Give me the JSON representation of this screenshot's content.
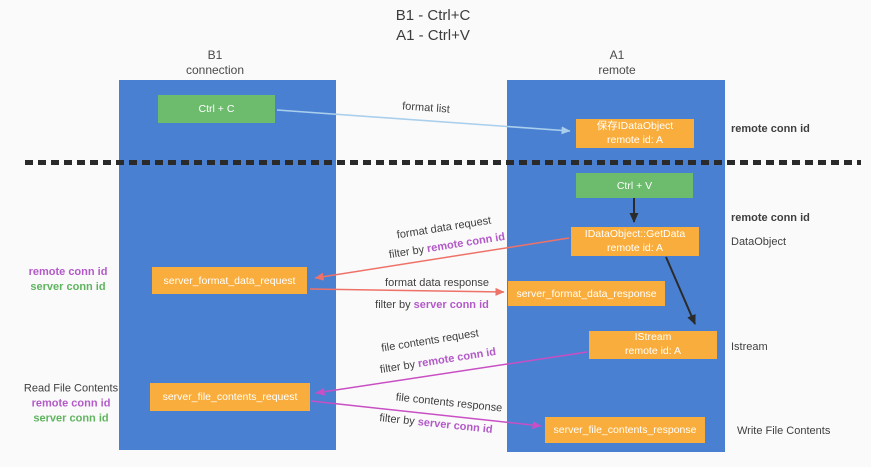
{
  "title": {
    "line1": "B1 - Ctrl+C",
    "line2": "A1 - Ctrl+V"
  },
  "lifelines": {
    "left": {
      "name": "B1",
      "role": "connection"
    },
    "right": {
      "name": "A1",
      "role": "remote"
    }
  },
  "boxes": {
    "ctrl_c": {
      "label": "Ctrl + C"
    },
    "ctrl_v": {
      "label": "Ctrl + V"
    },
    "save_idataobject": {
      "line1": "保存IDataObject",
      "line2": "remote id: A"
    },
    "idataobject_getdata": {
      "line1": "IDataObject::GetData",
      "line2": "remote id: A"
    },
    "istream": {
      "line1": "IStream",
      "line2": "remote id: A"
    },
    "server_format_data_request": {
      "label": "server_format_data_request"
    },
    "server_format_data_response": {
      "label": "server_format_data_response"
    },
    "server_file_contents_request": {
      "label": "server_file_contents_request"
    },
    "server_file_contents_response": {
      "label": "server_file_contents_response"
    }
  },
  "arrow_labels": {
    "format_list": "format list",
    "format_data_request": "format data request",
    "format_data_request_filter": {
      "prefix": "filter by ",
      "value": "remote conn id"
    },
    "format_data_response": "format data response",
    "format_data_response_filter": {
      "prefix": "filter by ",
      "value": "server conn id"
    },
    "file_contents_request": "file contents request",
    "file_contents_request_filter": {
      "prefix": "filter by ",
      "value": "remote conn id"
    },
    "file_contents_response": "file contents response",
    "file_contents_response_filter": {
      "prefix": "filter by ",
      "value": "server conn id"
    }
  },
  "side_labels": {
    "left_format_remote": "remote conn id",
    "left_format_server": "server conn id",
    "read_file_contents": "Read File Contents",
    "left_file_remote": "remote conn id",
    "left_file_server": "server conn id",
    "right_saved_conn": "remote conn id",
    "right_getdata_conn": "remote conn id",
    "right_dataobject": "DataObject",
    "right_istream": "Istream",
    "write_file_contents": "Write File Contents"
  },
  "colors": {
    "lifeline_blue": "#4a80d2",
    "box_green": "#6dbc6e",
    "box_orange": "#f9ad3c",
    "arrow_blue": "#a9cfec",
    "arrow_red": "#ee7268",
    "arrow_magenta": "#c84fc4",
    "arrow_black": "#2b2b2b",
    "text_purple": "#b35ac8",
    "text_green": "#5fb45f",
    "text_dark": "#3f3f3f"
  }
}
